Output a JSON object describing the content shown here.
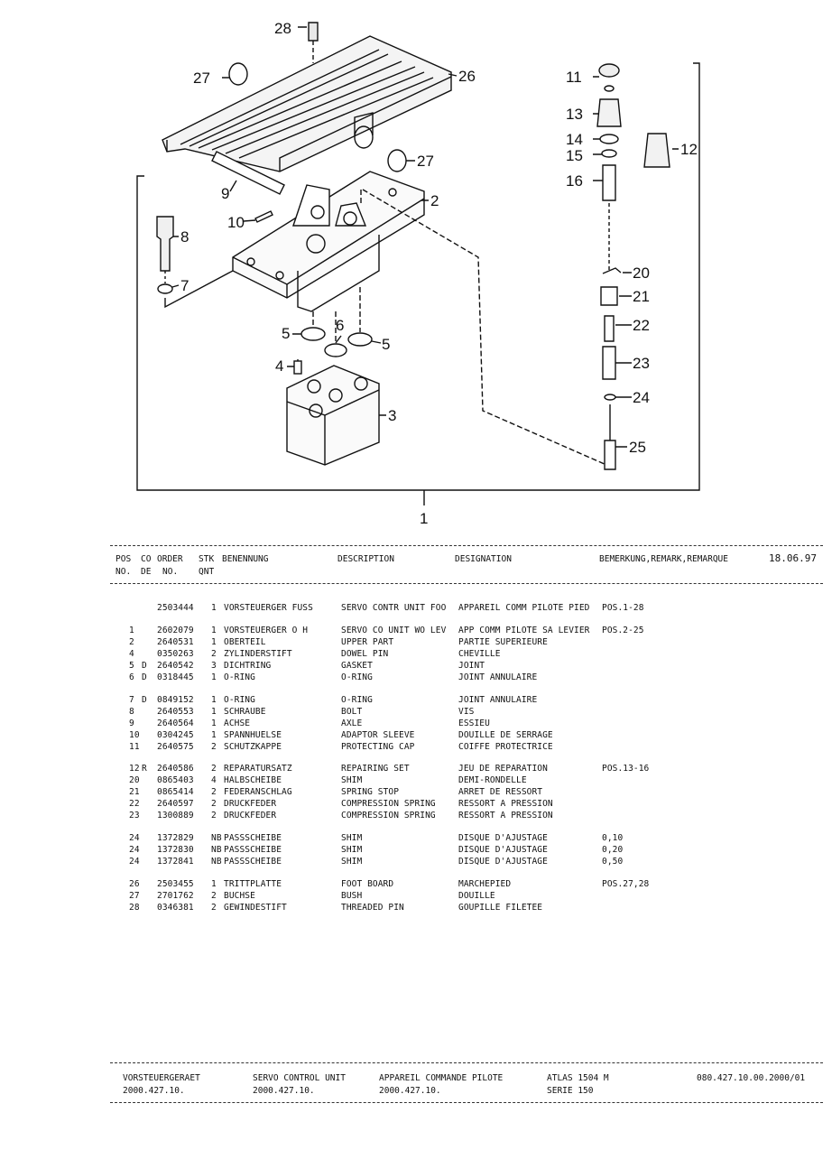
{
  "diagram": {
    "callouts": [
      "28",
      "27",
      "26",
      "27",
      "9",
      "10",
      "2",
      "8",
      "7",
      "5",
      "6",
      "5",
      "4",
      "3",
      "1",
      "11",
      "13",
      "14",
      "15",
      "12",
      "16",
      "20",
      "21",
      "22",
      "23",
      "24",
      "25"
    ]
  },
  "header": {
    "pos": "POS",
    "no": "NO.",
    "co": "CO",
    "de": "DE",
    "order": "ORDER",
    "order_no": "NO.",
    "stk": "STK",
    "qnt": "QNT",
    "benennung": "BENENNUNG",
    "description": "DESCRIPTION",
    "designation": "DESIGNATION",
    "remark": "BEMERKUNG,REMARK,REMARQUE",
    "date": "18.06.97"
  },
  "rows": [
    {
      "pos": "",
      "co": "",
      "order": "2503444",
      "qty": "1",
      "de": "VORSTEUERGER FUSS",
      "en": "SERVO CONTR UNIT FOO",
      "fr": "APPAREIL COMM PILOTE PIED",
      "rem": "POS.1-28"
    },
    {
      "pos": "1",
      "co": "",
      "order": "2602079",
      "qty": "1",
      "de": "VORSTEUERGER O H",
      "en": "SERVO CO UNIT WO LEV",
      "fr": "APP COMM PILOTE SA LEVIER",
      "rem": "POS.2-25"
    },
    {
      "pos": "2",
      "co": "",
      "order": "2640531",
      "qty": "1",
      "de": "OBERTEIL",
      "en": "UPPER PART",
      "fr": "PARTIE SUPERIEURE",
      "rem": ""
    },
    {
      "pos": "4",
      "co": "",
      "order": "0350263",
      "qty": "2",
      "de": "ZYLINDERSTIFT",
      "en": "DOWEL PIN",
      "fr": "CHEVILLE",
      "rem": ""
    },
    {
      "pos": "5",
      "co": "D",
      "order": "2640542",
      "qty": "3",
      "de": "DICHTRING",
      "en": "GASKET",
      "fr": "JOINT",
      "rem": ""
    },
    {
      "pos": "6",
      "co": "D",
      "order": "0318445",
      "qty": "1",
      "de": "O-RING",
      "en": "O-RING",
      "fr": "JOINT ANNULAIRE",
      "rem": ""
    },
    {
      "pos": "7",
      "co": "D",
      "order": "0849152",
      "qty": "1",
      "de": "O-RING",
      "en": "O-RING",
      "fr": "JOINT ANNULAIRE",
      "rem": ""
    },
    {
      "pos": "8",
      "co": "",
      "order": "2640553",
      "qty": "1",
      "de": "SCHRAUBE",
      "en": "BOLT",
      "fr": "VIS",
      "rem": ""
    },
    {
      "pos": "9",
      "co": "",
      "order": "2640564",
      "qty": "1",
      "de": "ACHSE",
      "en": "AXLE",
      "fr": "ESSIEU",
      "rem": ""
    },
    {
      "pos": "10",
      "co": "",
      "order": "0304245",
      "qty": "1",
      "de": "SPANNHUELSE",
      "en": "ADAPTOR SLEEVE",
      "fr": "DOUILLE DE SERRAGE",
      "rem": ""
    },
    {
      "pos": "11",
      "co": "",
      "order": "2640575",
      "qty": "2",
      "de": "SCHUTZKAPPE",
      "en": "PROTECTING CAP",
      "fr": "COIFFE PROTECTRICE",
      "rem": ""
    },
    {
      "pos": "12",
      "co": "R",
      "order": "2640586",
      "qty": "2",
      "de": "REPARATURSATZ",
      "en": "REPAIRING SET",
      "fr": "JEU DE REPARATION",
      "rem": "POS.13-16"
    },
    {
      "pos": "20",
      "co": "",
      "order": "0865403",
      "qty": "4",
      "de": "HALBSCHEIBE",
      "en": "SHIM",
      "fr": "DEMI-RONDELLE",
      "rem": ""
    },
    {
      "pos": "21",
      "co": "",
      "order": "0865414",
      "qty": "2",
      "de": "FEDERANSCHLAG",
      "en": "SPRING STOP",
      "fr": "ARRET DE RESSORT",
      "rem": ""
    },
    {
      "pos": "22",
      "co": "",
      "order": "2640597",
      "qty": "2",
      "de": "DRUCKFEDER",
      "en": "COMPRESSION SPRING",
      "fr": "RESSORT A PRESSION",
      "rem": ""
    },
    {
      "pos": "23",
      "co": "",
      "order": "1300889",
      "qty": "2",
      "de": "DRUCKFEDER",
      "en": "COMPRESSION SPRING",
      "fr": "RESSORT A PRESSION",
      "rem": ""
    },
    {
      "pos": "24",
      "co": "",
      "order": "1372829",
      "qty": "NB",
      "de": "PASSSCHEIBE",
      "en": "SHIM",
      "fr": "DISQUE D'AJUSTAGE",
      "rem": "0,10"
    },
    {
      "pos": "24",
      "co": "",
      "order": "1372830",
      "qty": "NB",
      "de": "PASSSCHEIBE",
      "en": "SHIM",
      "fr": "DISQUE D'AJUSTAGE",
      "rem": "0,20"
    },
    {
      "pos": "24",
      "co": "",
      "order": "1372841",
      "qty": "NB",
      "de": "PASSSCHEIBE",
      "en": "SHIM",
      "fr": "DISQUE D'AJUSTAGE",
      "rem": "0,50"
    },
    {
      "pos": "26",
      "co": "",
      "order": "2503455",
      "qty": "1",
      "de": "TRITTPLATTE",
      "en": "FOOT BOARD",
      "fr": "MARCHEPIED",
      "rem": "POS.27,28"
    },
    {
      "pos": "27",
      "co": "",
      "order": "2701762",
      "qty": "2",
      "de": "BUCHSE",
      "en": "BUSH",
      "fr": "DOUILLE",
      "rem": ""
    },
    {
      "pos": "28",
      "co": "",
      "order": "0346381",
      "qty": "2",
      "de": "GEWINDESTIFT",
      "en": "THREADED PIN",
      "fr": "GOUPILLE FILETEE",
      "rem": ""
    }
  ],
  "footer": {
    "de_title": "VORSTEUERGERAET",
    "de_no": "2000.427.10.",
    "en_title": "SERVO CONTROL UNIT",
    "en_no": "2000.427.10.",
    "fr_title": "APPAREIL COMMANDE PILOTE",
    "fr_no": "2000.427.10.",
    "model": "ATLAS 1504 M",
    "serie": "SERIE 150",
    "doc_no": "080.427.10.00.2000/01"
  }
}
